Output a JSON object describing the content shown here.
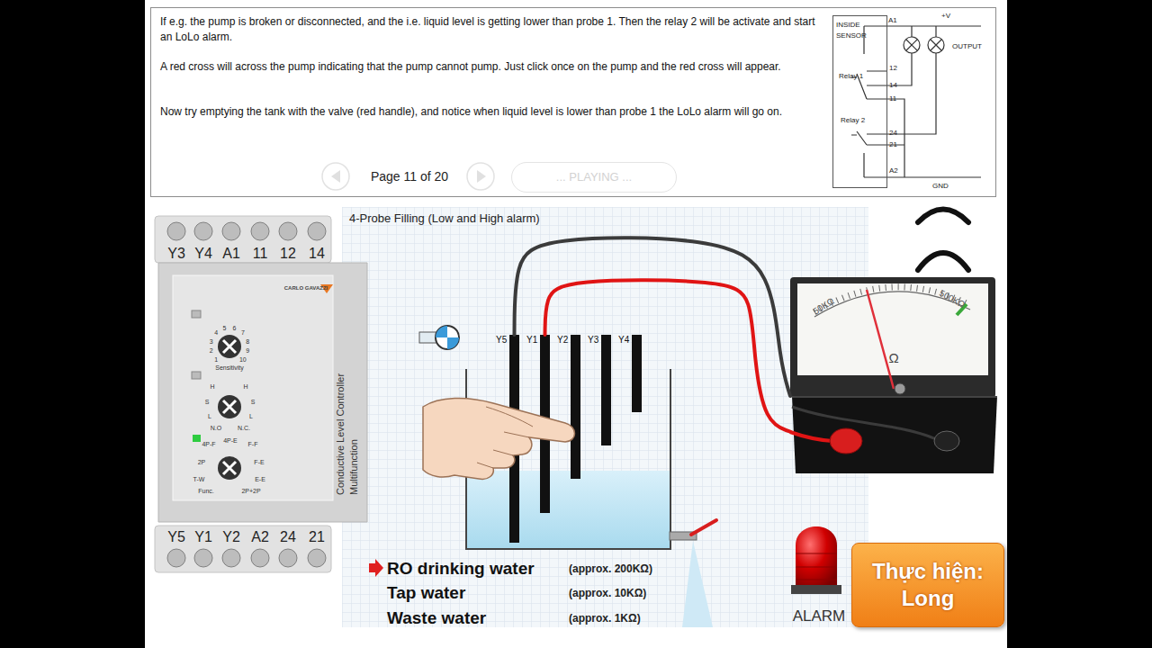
{
  "diagram": {
    "title": "4-Probe Filling (Low and High alarm)",
    "nodes": [
      {
        "text": [
          "If e.g. the pump is broken or disconnected, and the i.e. liquid level is getting lower than probe 1. Then the relay 2 will be activate and start an LoLo alarm.",
          "A red cross will across the pump indicating that the pump cannot pump. Just click once on the pump and the red cross will appear.",
          "Now try emptying the tank with the valve (red handle), and notice when liquid level is lower than probe 1 the LoLo alarm will go on."
        ]
      },
      {
        "text": [
          "... PLAYING ..."
        ],
        "in": 0
      },
      {
        "text": [
          "INSIDE SENSOR"
        ],
        "in": 0
      },
      {
        "text": [
          "CARLO GAVAZZI",
          "Conductive Level Controller Multifunction"
        ]
      },
      {
        "text": [
          "4-Probe Filling (Low and High alarm)"
        ]
      },
      {
        "text": [
          "Y5"
        ],
        "in": 4
      },
      {
        "text": [
          "Y1"
        ],
        "in": 4
      },
      {
        "text": [
          "Y2"
        ],
        "in": 4
      },
      {
        "text": [
          "Y3"
        ],
        "in": 4
      },
      {
        "text": [
          "Y4"
        ],
        "in": 4
      },
      {
        "text": [
          "50KΩ",
          "500KΩ",
          "Ω"
        ]
      },
      {
        "text": [
          "Thực hiện: Long"
        ]
      }
    ],
    "edges": [
      {
        "from": 10,
        "to": 5,
        "arrow": "none"
      },
      {
        "from": 10,
        "to": 6,
        "arrow": "none"
      }
    ],
    "labels": [
      "A1",
      "+V",
      "OUTPUT",
      "Relay 1",
      "12",
      "14",
      "11",
      "Relay 2",
      "24",
      "21",
      "A2",
      "GND",
      "Page 11 of 20",
      "Y3",
      "Y4",
      "A1",
      "11",
      "12",
      "14",
      "1",
      "2",
      "3",
      "4",
      "5",
      "6",
      "7",
      "8",
      "9",
      "10",
      "Sensitivity",
      "H",
      "H",
      "S",
      "S",
      "L",
      "L",
      "N.O",
      "N.C.",
      "4P-F",
      "4P-E",
      "F-F",
      "2P",
      "F-E",
      "T-W",
      "E-E",
      "Func.",
      "2P+2P",
      "Y5",
      "Y1",
      "Y2",
      "A2",
      "24",
      "21",
      "RO drinking water",
      "(approx. 200KΩ)",
      "Tap water",
      "(approx. 10KΩ)",
      "Waste water",
      "(approx. 1KΩ)",
      "ALARM"
    ]
  }
}
